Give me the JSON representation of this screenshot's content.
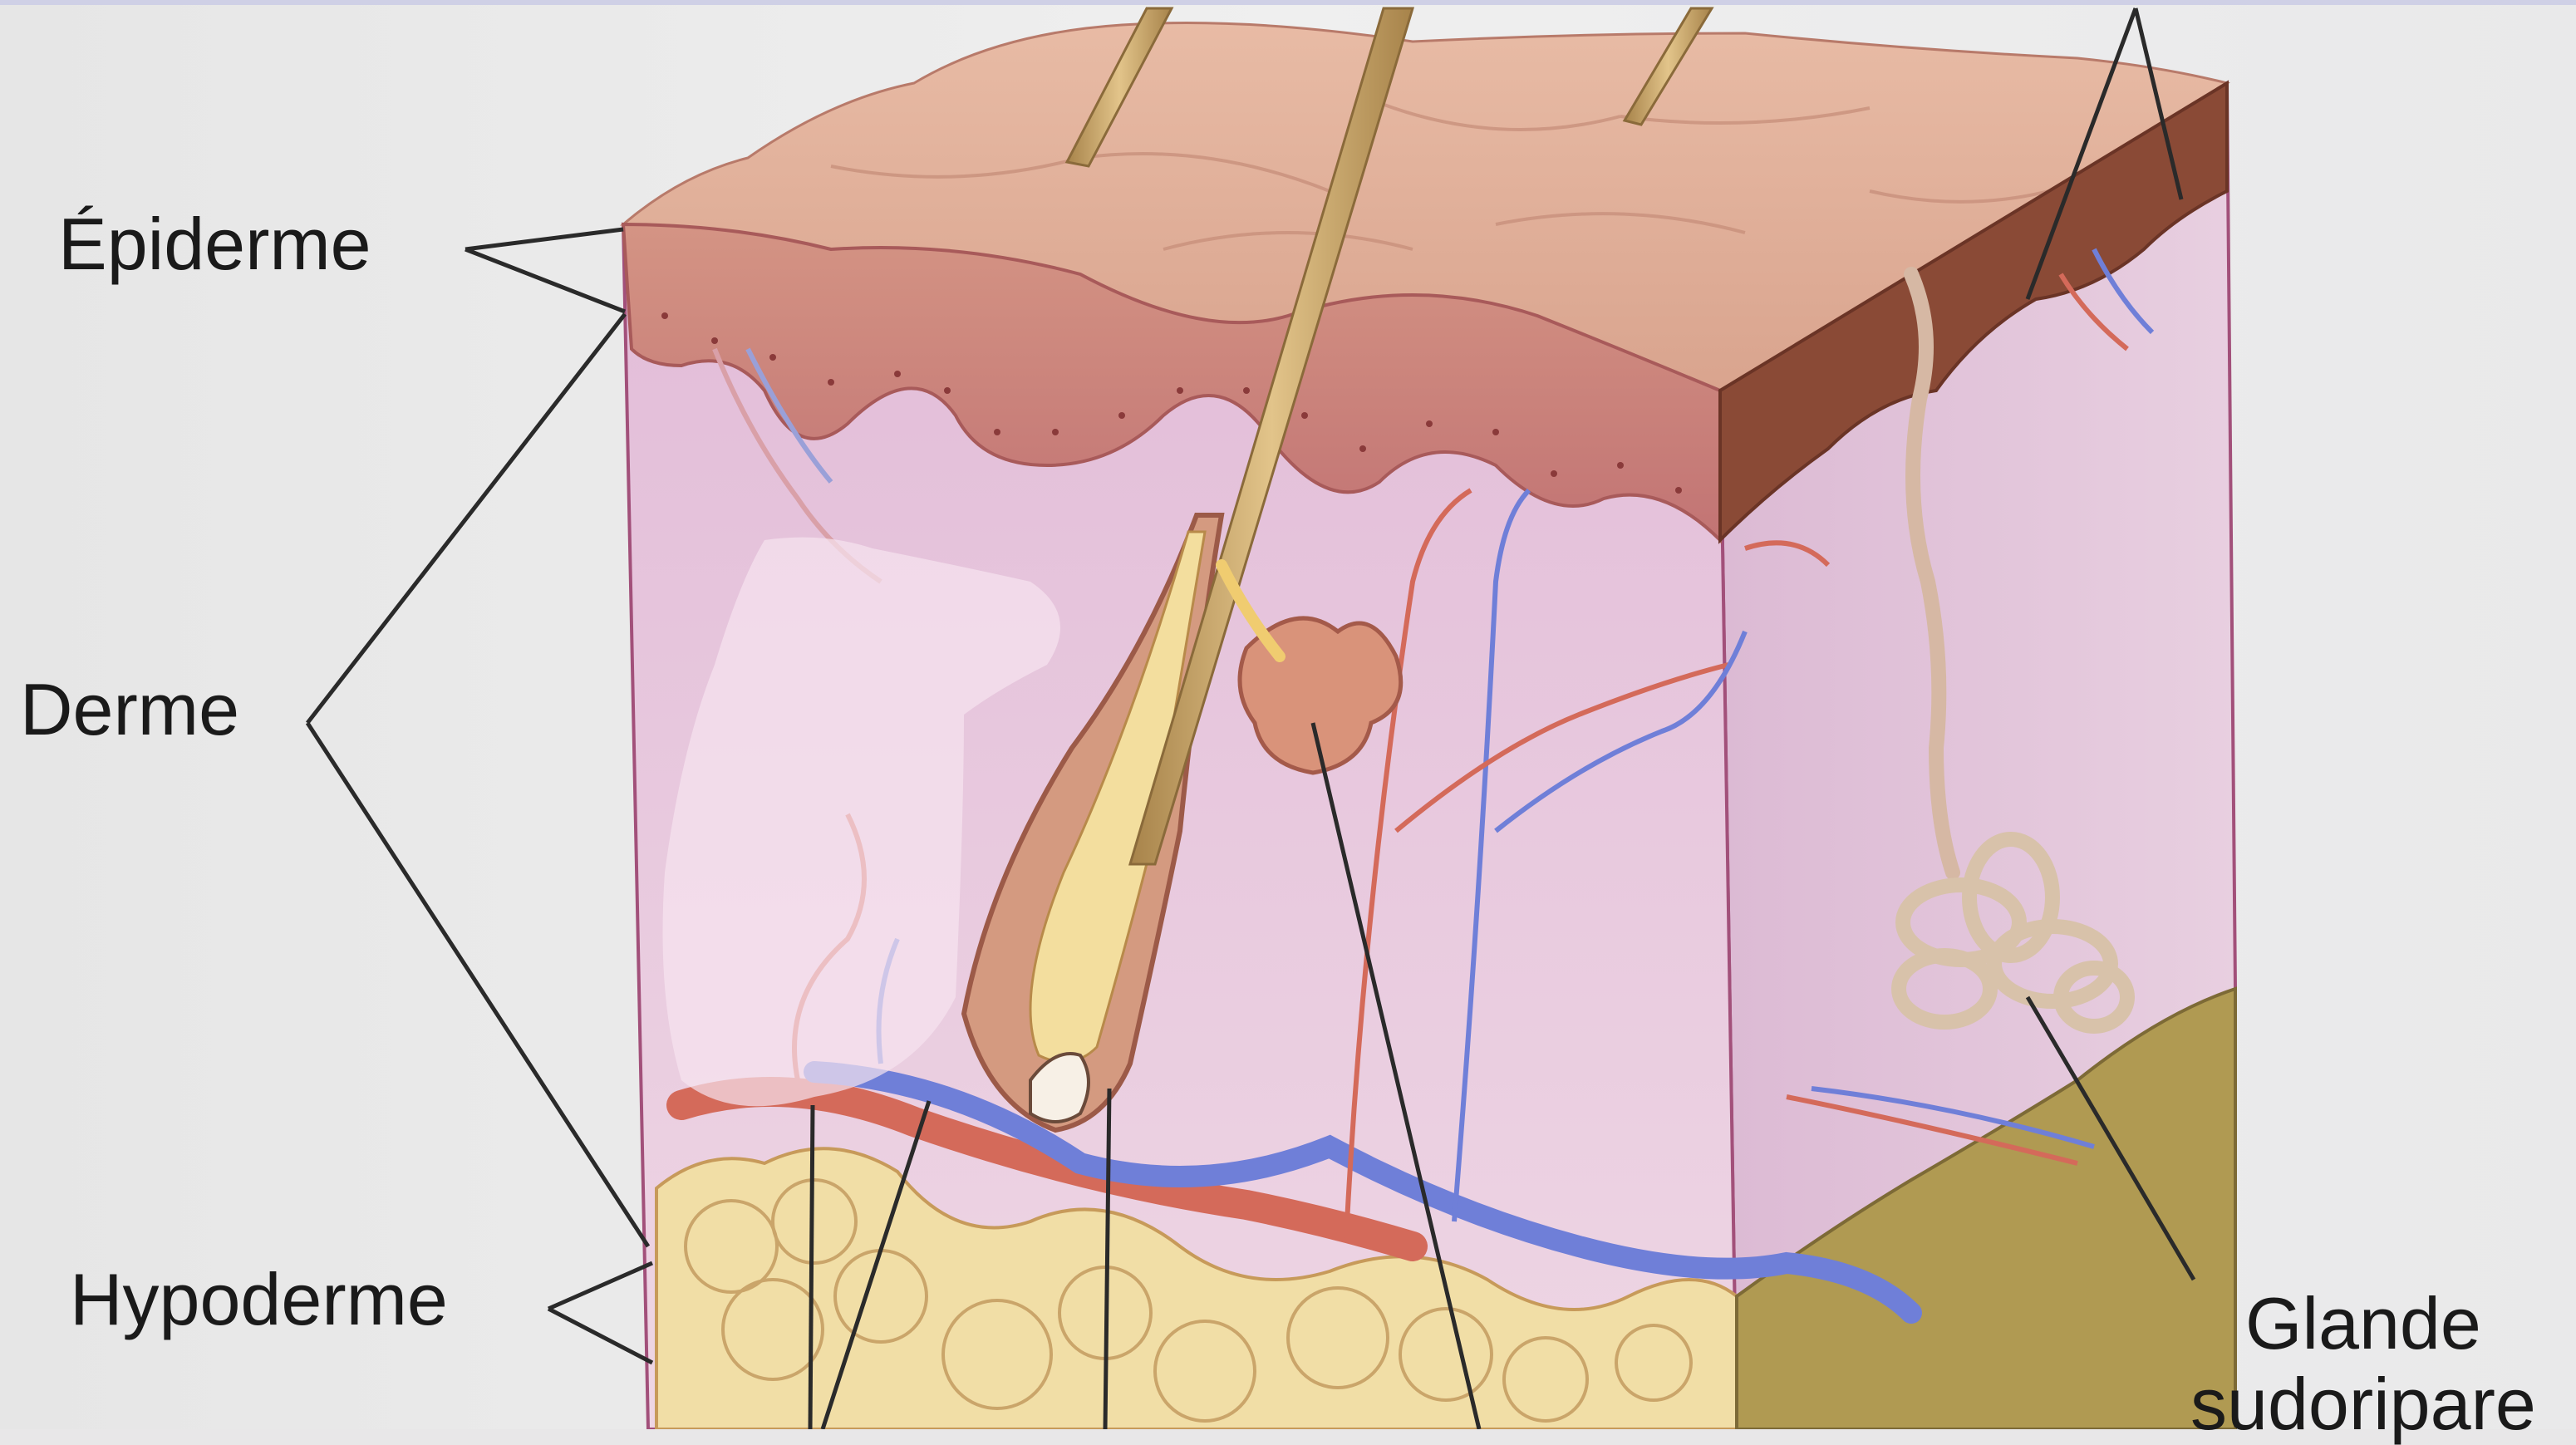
{
  "labels": {
    "epiderme": "Épiderme",
    "derme": "Derme",
    "hypoderme": "Hypoderme",
    "glande_line1": "Glande",
    "glande_line2": "sudoripare"
  },
  "colors": {
    "background": "#e8e7e8",
    "dermis": "#e6c4dc",
    "epidermis_top": "#dca891",
    "epidermis_edge": "#c8787a",
    "epidermis_dark": "#8a4a3a",
    "fat": "#f2dfa8",
    "fat_dark": "#a38a4a",
    "artery": "#d46a5a",
    "vein": "#6f7fd8",
    "hair": "#c9a86a",
    "leader_line": "#2a2a2a"
  }
}
